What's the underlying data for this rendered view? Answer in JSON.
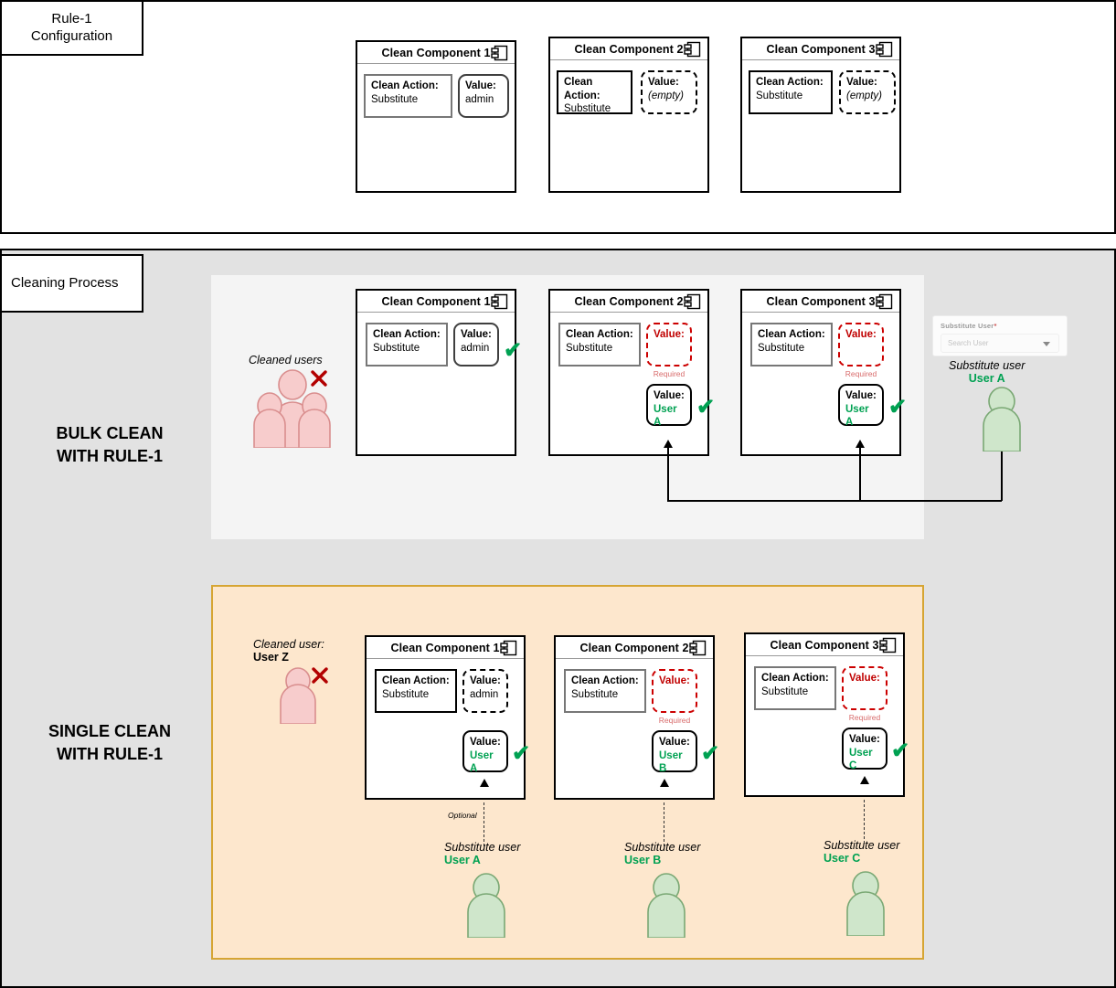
{
  "sections": {
    "rule_config": {
      "label": "Rule-1\nConfiguration"
    },
    "cleaning_process": {
      "label": "Cleaning Process"
    },
    "bulk_title": "BULK CLEAN\nWITH RULE-1",
    "single_title": "SINGLE CLEAN\nWITH RULE-1"
  },
  "labels": {
    "clean_action": "Clean Action:",
    "value": "Value:",
    "substitute": "Substitute",
    "admin": "admin",
    "empty": "(empty)",
    "required": "Required",
    "optional": "Optional",
    "check": "✔",
    "redx": "✘"
  },
  "colors": {
    "green": "#00a152",
    "red": "#cc0000",
    "required_red": "#d86b6b",
    "orange_panel": "#fde7cd",
    "orange_border": "#d6a533",
    "gray_panel": "#e2e2e2",
    "light_panel": "#f4f4f4",
    "person_red_fill": "#f7cccc",
    "person_red_stroke": "#d98e8e",
    "person_green_fill": "#cfe6cb",
    "person_green_stroke": "#7aa874"
  },
  "rule_config_components": [
    {
      "title": "Clean Component 1",
      "action_label": "Clean Action:",
      "action_value": "Substitute",
      "value_label": "Value:",
      "value_text": "admin",
      "value_style": "rounded-solid"
    },
    {
      "title": "Clean Component 2",
      "action_label": "Clean Action:",
      "action_value": "Substitute",
      "value_label": "Value:",
      "value_text": "(empty)",
      "value_style": "dashed-black"
    },
    {
      "title": "Clean Component 3",
      "action_label": "Clean Action:",
      "action_value": "Substitute",
      "value_label": "Value:",
      "value_text": "(empty)",
      "value_style": "dashed-black"
    }
  ],
  "bulk": {
    "cleaned_caption": "Cleaned users",
    "components": [
      {
        "title": "Clean Component 1",
        "action_label": "Clean Action:",
        "action_value": "Substitute",
        "value_label": "Value:",
        "value_text": "admin",
        "has_check": true
      },
      {
        "title": "Clean Component 2",
        "action_label": "Clean Action:",
        "action_value": "Substitute",
        "required_label": "Value:",
        "required_note": "Required",
        "resolved_label": "Value:",
        "resolved_value": "User A",
        "has_check": true
      },
      {
        "title": "Clean Component 3",
        "action_label": "Clean Action:",
        "action_value": "Substitute",
        "required_label": "Value:",
        "required_note": "Required",
        "resolved_label": "Value:",
        "resolved_value": "User A",
        "has_check": true
      }
    ],
    "dropdown": {
      "label": "Substitute User",
      "required_mark": "*",
      "placeholder": "Search User"
    },
    "substitute": {
      "caption": "Substitute user",
      "name": "User A"
    }
  },
  "single": {
    "cleaned_caption": "Cleaned user:",
    "cleaned_name": "User Z",
    "components": [
      {
        "title": "Clean Component 1",
        "action_label": "Clean Action:",
        "action_value": "Substitute",
        "value_label": "Value:",
        "value_text": "admin",
        "value_style": "dashed-black",
        "resolved_label": "Value:",
        "resolved_value": "User A",
        "has_check": true
      },
      {
        "title": "Clean Component 2",
        "action_label": "Clean Action:",
        "action_value": "Substitute",
        "required_label": "Value:",
        "required_note": "Required",
        "resolved_label": "Value:",
        "resolved_value": "User B",
        "has_check": true
      },
      {
        "title": "Clean Component 3",
        "action_label": "Clean Action:",
        "action_value": "Substitute",
        "required_label": "Value:",
        "required_note": "Required",
        "resolved_label": "Value:",
        "resolved_value": "User C",
        "has_check": true
      }
    ],
    "optional_note": "Optional",
    "substitutes": [
      {
        "caption": "Substitute user",
        "name": "User A"
      },
      {
        "caption": "Substitute user",
        "name": "User B"
      },
      {
        "caption": "Substitute user",
        "name": "User C"
      }
    ]
  }
}
